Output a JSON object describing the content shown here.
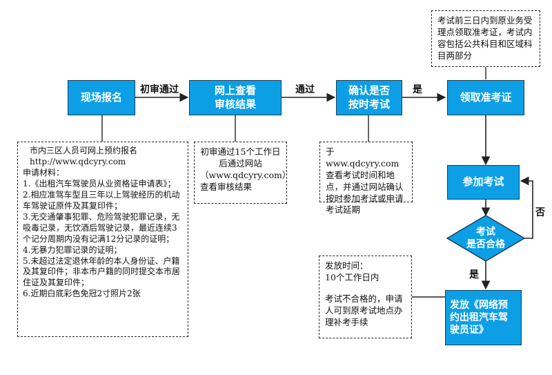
{
  "steps": {
    "onsite_register": "现场报名",
    "online_review": "网上查看\n审核结果",
    "confirm_exam": "确认是否\n按时考试",
    "get_admission": "领取准考证",
    "attend_exam": "参加考试",
    "pass_check": "考试\n是否合格",
    "issue_license": "发放《网络预约出租汽车驾驶员证》"
  },
  "edge_labels": {
    "initial_pass": "初审通过",
    "pass": "通过",
    "yes_top": "是",
    "no": "否",
    "yes_bottom": "是"
  },
  "notes": {
    "top_right": "考试前三日内到原业务受理点领取准考证，考试内容包括公共科目和区域科目两部分",
    "registration": [
      "市内三区人员可网上预约报名",
      "http://www.qdcyry.com",
      "申请材料：",
      "1.《出租汽车驾驶员从业资格证申请表》；",
      "2.相应准驾车型且三年以上驾驶经历的机动车驾驶证原件及其复印件；",
      "3.无交通肇事犯罪、危险驾驶犯罪记录，无吸毒记录，无饮酒后驾驶记录，最近连续3个记分周期内没有记满12分记录的证明；",
      "4.无暴力犯罪记录的证明；",
      "5.未超过法定退休年龄的本人身份证、户籍及其复印件；非本市户籍的同时提交本市居住证及其复印件；",
      "6.近期白底彩色免冠2寸照片2张"
    ],
    "review_result": [
      "初审通过15个工作日后通过网站",
      "（www.qdcyry.com）",
      "查看审核结果"
    ],
    "confirm_info": "于www.qdcyry.com查看考试时间和地点，并通过网站确认按时参加考试或申请考试延期",
    "issue_time": [
      "发放时间：",
      "10个工作日内"
    ],
    "makeup": "考试不合格的，申请人可到原考试地点办理补考手续"
  },
  "colors": {
    "box_fill": "#0d9fe6",
    "box_border": "#1a3d57",
    "line": "#222222"
  }
}
